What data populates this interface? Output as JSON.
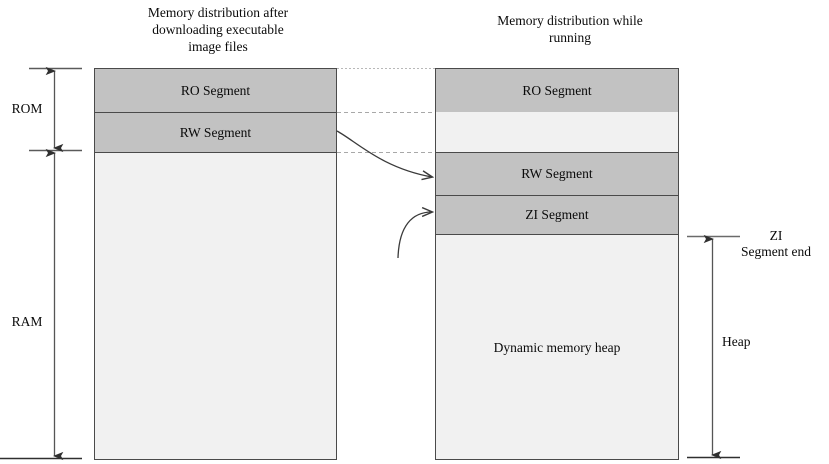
{
  "diagram": {
    "titles": {
      "left": "Memory distribution after\ndownloading executable\nimage files",
      "right": "Memory distribution while\nrunning"
    },
    "left_column": {
      "segments": [
        {
          "label": "RO Segment",
          "fill": "#c2c2c2"
        },
        {
          "label": "RW Segment",
          "fill": "#c2c2c2"
        },
        {
          "label": "",
          "fill": "#f1f1f1"
        }
      ]
    },
    "right_column": {
      "segments": [
        {
          "label": "RO Segment",
          "fill": "#c2c2c2"
        },
        {
          "label": "",
          "fill": "#f1f1f1"
        },
        {
          "label": "RW Segment",
          "fill": "#c2c2c2"
        },
        {
          "label": "ZI Segment",
          "fill": "#c2c2c2"
        },
        {
          "label": "Dynamic memory heap",
          "fill": "#f1f1f1"
        }
      ]
    },
    "left_axis": {
      "rom_label": "ROM",
      "ram_label": "RAM"
    },
    "right_axis": {
      "zi_end_label": "ZI\nSegment end",
      "heap_label": "Heap"
    },
    "colors": {
      "segment_fill": "#c2c2c2",
      "empty_fill": "#f1f1f1",
      "outline": "#4a4a4a",
      "guide_line": "#b0b0b0",
      "arrow": "#3a3a3a",
      "text": "#0a0a0a"
    }
  }
}
